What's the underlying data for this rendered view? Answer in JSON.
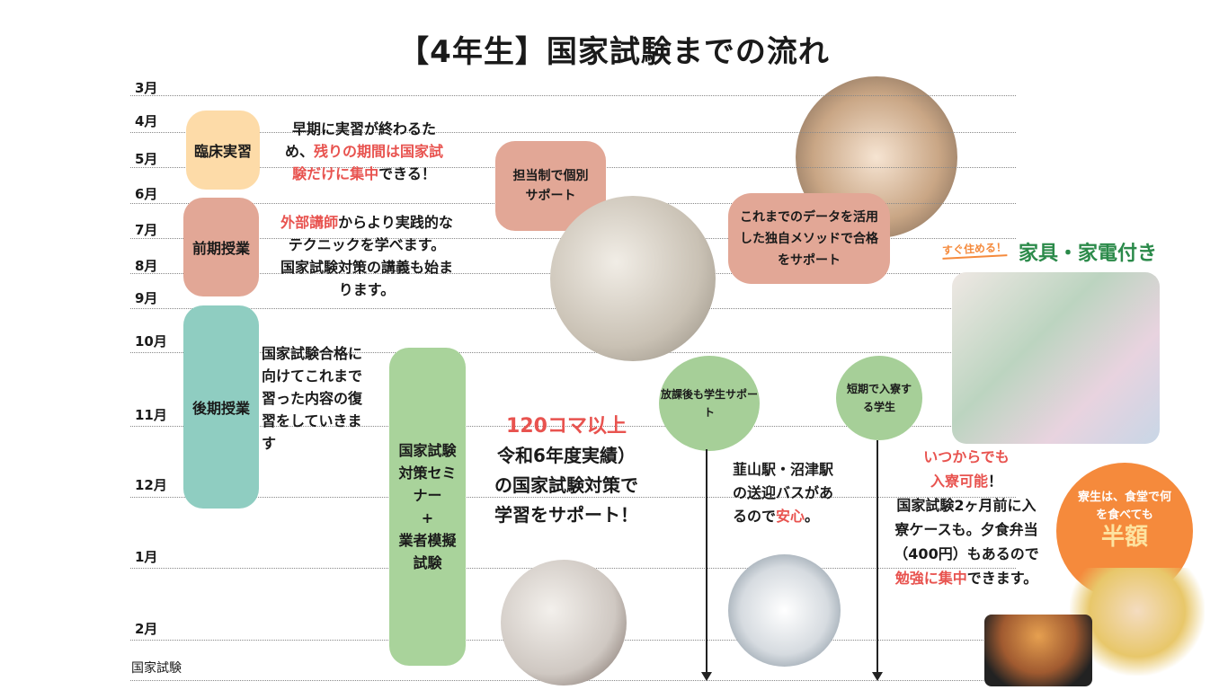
{
  "title": "【4年生】国家試験までの流れ",
  "months": [
    "3月",
    "4月",
    "5月",
    "6月",
    "7月",
    "8月",
    "9月",
    "10月",
    "11月",
    "12月",
    "1月",
    "2月",
    "国家試験"
  ],
  "phases": {
    "clinical": "臨床実習",
    "first": "前期授業",
    "second": "後期授業",
    "seminar_1": "国家試験",
    "seminar_2": "対策セミ",
    "seminar_3": "ナー",
    "seminar_4": "+",
    "seminar_5": "業者模擬",
    "seminar_6": "試験"
  },
  "notes": {
    "clinical_a": "早期に実習が終わるた",
    "clinical_b": "め、",
    "clinical_c": "残りの期間は国家試",
    "clinical_d": "験だけに集中",
    "clinical_e": "できる！",
    "first_a": "外部講師",
    "first_b": "からより実践的な",
    "first_c": "テクニックを学べます。",
    "first_d": "国家試験対策の講義も始ま",
    "first_e": "ります。",
    "second": "国家試験合格に向けてこれまで習った内容の復習をしていきます",
    "koma": "120コマ以上",
    "koma_b": "令和6年度実績）",
    "koma_c": "の国家試験対策で",
    "koma_d": "学習をサポート！",
    "bus_a": "韮山駅・沼津駅の送迎バスがあるので",
    "bus_b": "安心",
    "bus_c": "。",
    "dorm_a": "いつからでも",
    "dorm_b": "入寮可能",
    "dorm_c": "！",
    "dorm_d": "国家試験2ヶ月前に入寮ケースも。夕食弁当（400円）もあるので",
    "dorm_e": "勉強に集中",
    "dorm_f": "できます。"
  },
  "bubbles": {
    "tutor": "担当制で個別サポート",
    "method": "これまでのデータを活用した独自メソッドで合格をサポート",
    "after_school": "放課後も学生サポート",
    "short_term": "短期で入寮する学生"
  },
  "furnished": {
    "tag": "すぐ住める！",
    "label": "家具・家電付き"
  },
  "discount": {
    "text": "寮生は、食堂で何を食べても",
    "big": "半額"
  },
  "colors": {
    "clinical": "#fddba8",
    "first": "#e2a796",
    "second": "#8fcdc1",
    "seminar": "#a9d39b",
    "green": "#a6cf98",
    "accent_red": "#e8534f",
    "orange": "#f58a3c",
    "furnished_green": "#2b8a4a"
  }
}
